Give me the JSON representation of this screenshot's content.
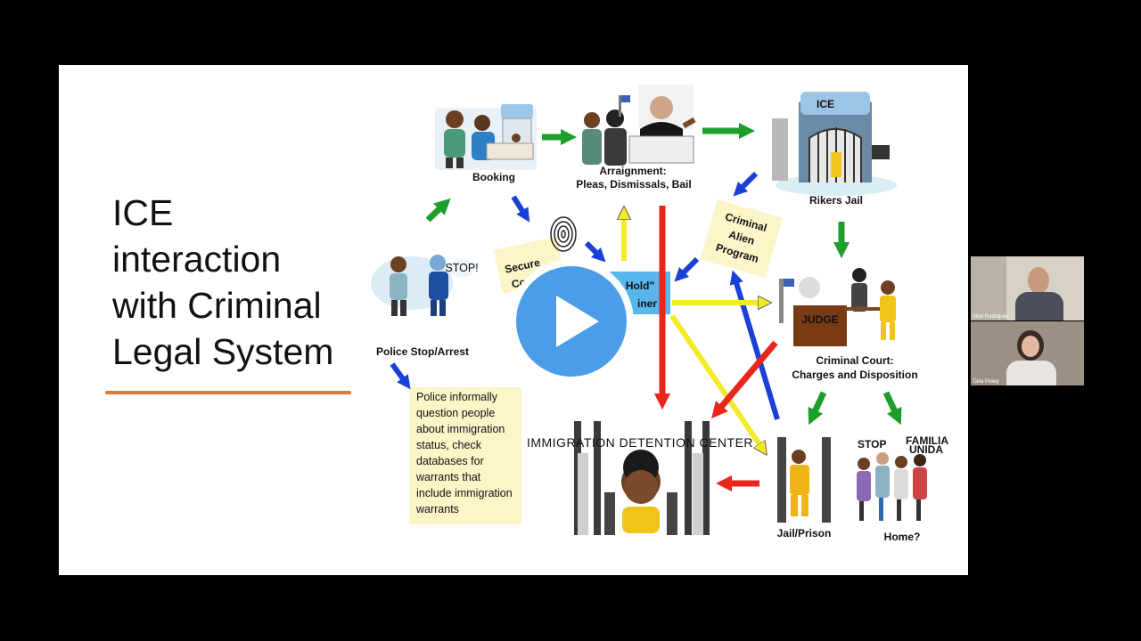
{
  "slide": {
    "title_lines": [
      "ICE",
      "interaction",
      "with Criminal",
      "Legal System"
    ]
  },
  "diagram": {
    "nodes": {
      "booking": "Booking",
      "arraignment_l1": "Arraignment:",
      "arraignment_l2": "Pleas, Dismissals, Bail",
      "rikers": "Rikers Jail",
      "police_stop": "Police Stop/Arrest",
      "court_l1": "Criminal Court:",
      "court_l2": "Charges and Disposition",
      "jail_prison": "Jail/Prison",
      "home": "Home?",
      "detention_center": "IMMIGRATION DETENTION CENTER"
    },
    "labels": {
      "secure_l1": "Secure",
      "secure_l2": "Co",
      "cap_l1": "Criminal",
      "cap_l2": "Alien",
      "cap_l3": "Program",
      "hold_l1": "Hold\"",
      "hold_l2": "iner",
      "judge_sign": "JUDGE",
      "ice_sign": "ICE",
      "stop_bubble": "STOP!",
      "stop_sign": "STOP",
      "familia": "FAMILIA",
      "unida": "UNIDA"
    },
    "police_note": [
      "Police informally",
      "question people",
      "about immigration",
      "status, check",
      "databases for",
      "warrants that",
      "include immigration",
      "warrants"
    ]
  },
  "video_call": {
    "participants": [
      {
        "name": "Abel Rodriguez"
      },
      {
        "name": "Talia Peleg"
      }
    ]
  },
  "colors": {
    "green_arrow": "#1e9e2a",
    "blue_arrow": "#1a3fd6",
    "red_arrow": "#e8261c",
    "yellow_arrow": "#f3ea2a",
    "note_bg": "#fbf5c8",
    "accent_line": "#e07a3c",
    "play_button": "#4a9de6"
  },
  "icons": [
    "play-icon",
    "fingerprint-icon"
  ]
}
